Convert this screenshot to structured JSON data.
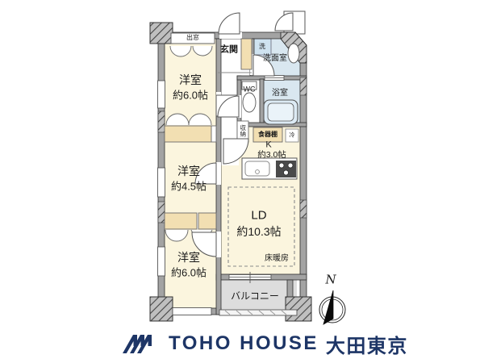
{
  "plan": {
    "bay_window": "出窓",
    "entrance": "玄関",
    "laundry": "洗",
    "washroom": "洗面室",
    "wc": "WC",
    "bath": "浴室",
    "storage": "収納",
    "cupboard": "食器棚",
    "fridge": "冷",
    "kitchen": {
      "name": "K",
      "size": "約3.0帖"
    },
    "rooms": [
      {
        "name": "洋室",
        "size": "約6.0帖"
      },
      {
        "name": "洋室",
        "size": "約4.5帖"
      },
      {
        "name": "洋室",
        "size": "約6.0帖"
      }
    ],
    "ld": {
      "name": "LD",
      "size": "約10.3帖"
    },
    "floor_heating": "床暖房",
    "balcony": "バルコニー",
    "compass": "N"
  },
  "branding": {
    "company": "TOHO HOUSE",
    "branch": "大田東京"
  },
  "colors": {
    "room_cream": "#FBF5DE",
    "wet_area_blue": "#D9E7F0",
    "closet_beige": "#F2DFB2",
    "balcony_gray": "#DDDDDD",
    "wall_gray": "#A3A3A3",
    "brand_navy": "#1D3566"
  }
}
